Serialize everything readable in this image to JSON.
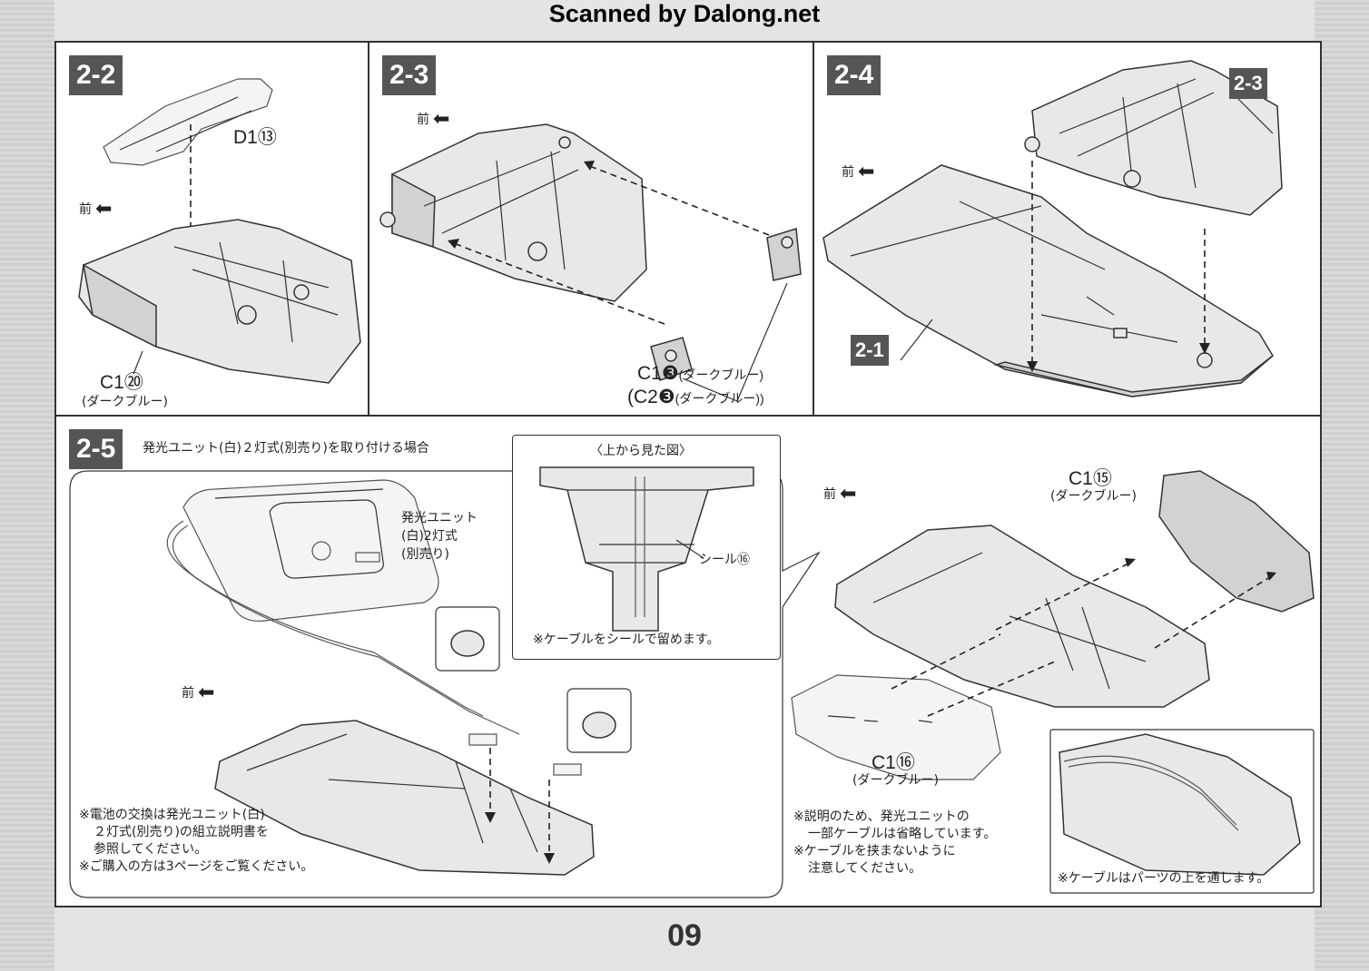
{
  "header": {
    "scan_label": "Scanned by Dalong.net"
  },
  "footer": {
    "page_number": "09"
  },
  "common": {
    "front": "前",
    "arrow": "⬅"
  },
  "steps": {
    "s22": {
      "badge": "2-2",
      "parts": {
        "d1": "D1⑬",
        "c1": "C1⑳",
        "c1_color": "(ダークブルー)"
      }
    },
    "s23": {
      "badge": "2-3",
      "parts": {
        "c1": "C1❸",
        "c1_color": "(ダークブルー)",
        "c2": "(C2❸",
        "c2_color": "(ダークブルー))"
      }
    },
    "s24": {
      "badge": "2-4",
      "ref_23": "2-3",
      "ref_21": "2-1"
    },
    "s25": {
      "badge": "2-5",
      "title": "発光ユニット(白)２灯式(別売り)を取り付ける場合",
      "unit_label": [
        "発光ユニット",
        "(白)2灯式",
        "(別売り)"
      ],
      "top_view": {
        "title": "〈上から見た図〉",
        "seal": "シール⑯",
        "note": "※ケーブルをシールで留めます。"
      },
      "battery_note": [
        "※電池の交換は発光ユニット(白)",
        "２灯式(別売り)の組立説明書を",
        "参照してください。",
        "※ご購入の方は3ページをご覧ください。"
      ],
      "parts": {
        "c1a": "C1⑮",
        "c1a_color": "(ダークブルー)",
        "c1b": "C1⑯",
        "c1b_color": "(ダークブルー)"
      },
      "explain_note": [
        "※説明のため、発光ユニットの",
        "一部ケーブルは省略しています。",
        "※ケーブルを挟まないように",
        "注意してください。"
      ],
      "cable_note": "※ケーブルはパーツの上を通します。"
    }
  }
}
